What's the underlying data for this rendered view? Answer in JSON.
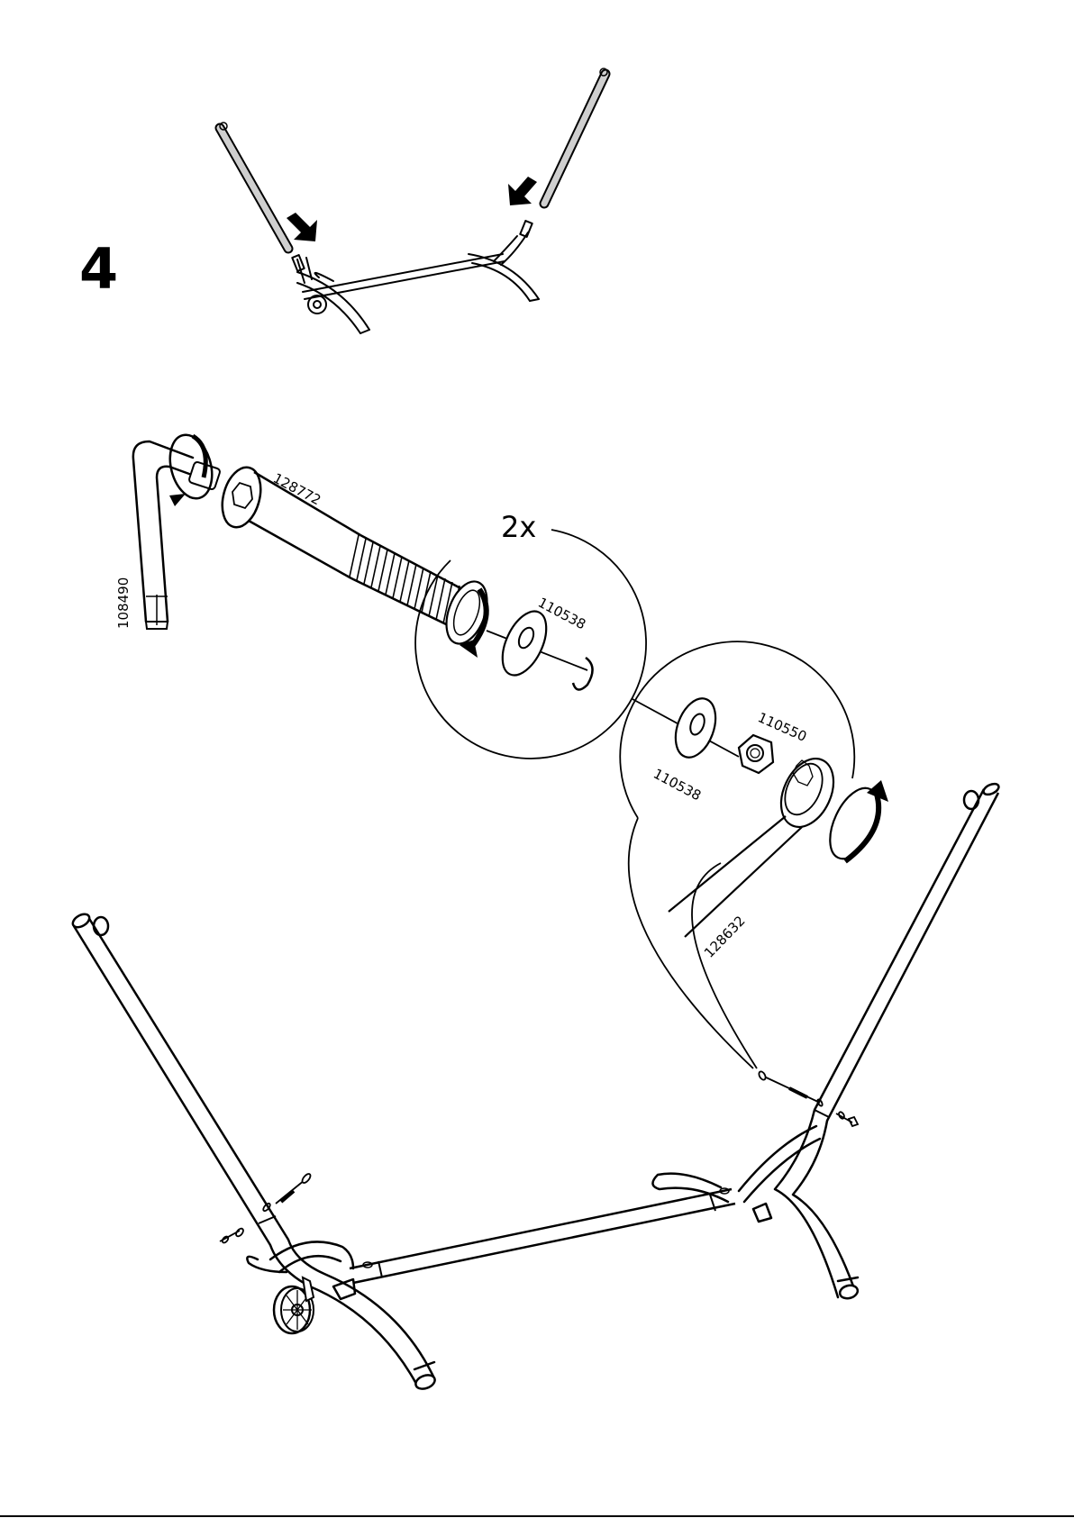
{
  "step": {
    "number": "4"
  },
  "quantity": "2x",
  "part_numbers": {
    "allen_key": "108490",
    "bolt": "128772",
    "washer_top": "110538",
    "washer_bottom": "110538",
    "nut": "110550",
    "wrench": "128632"
  },
  "colors": {
    "ink": "#000000",
    "paper": "#ffffff",
    "tube_fill": "#cfcfcf"
  }
}
